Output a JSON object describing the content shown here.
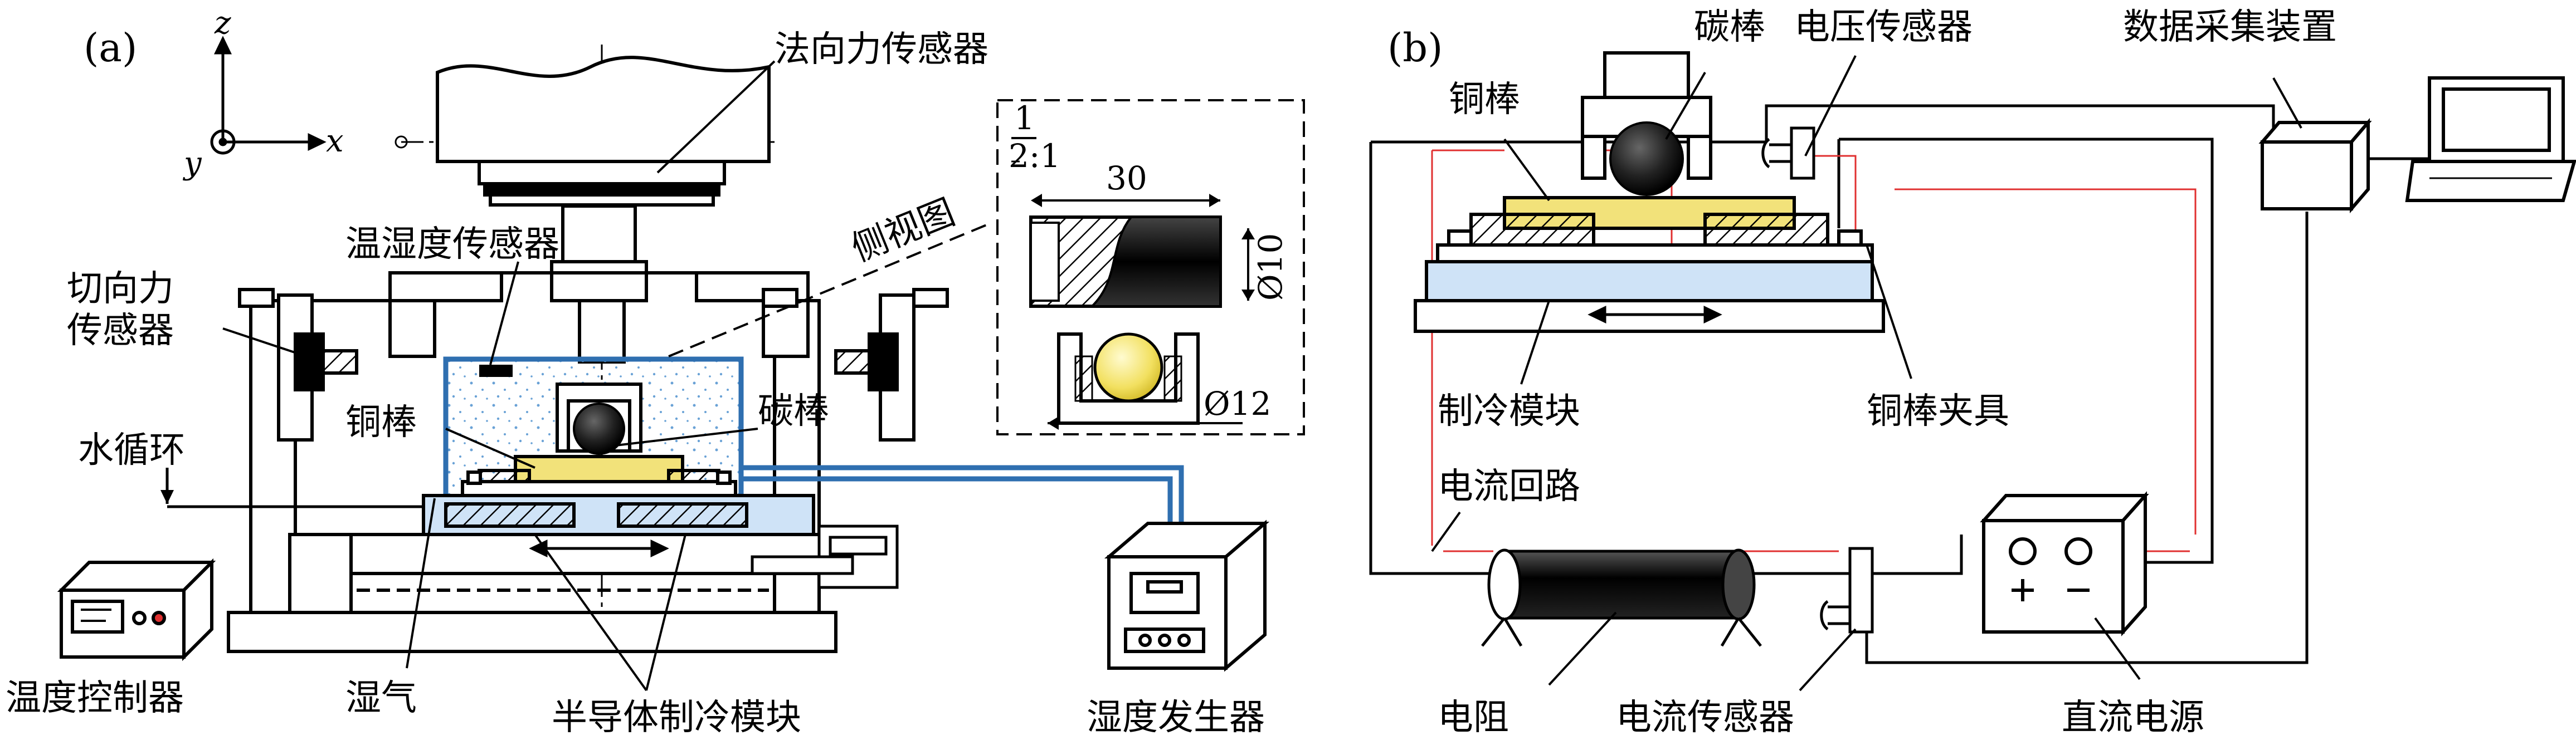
{
  "panel_a": {
    "tag": "(a)",
    "axes": {
      "z": "z",
      "x": "x",
      "y": "y"
    },
    "labels": {
      "normal_force_sensor": "法向力传感器",
      "temp_humidity_sensor": "温湿度传感器",
      "tangential_sensor_line1": "切向力",
      "tangential_sensor_line2": "传感器",
      "side_view": "侧视图",
      "copper_rod": "铜棒",
      "carbon_rod": "碳棒",
      "water_circulation": "水循环",
      "temperature_controller": "温度控制器",
      "moisture": "湿气",
      "semiconductor_cooling_module": "半导体制冷模块",
      "humidity_generator": "湿度发生器"
    },
    "inset": {
      "scale_numerator": "1",
      "scale_ratio": "2:1",
      "width_dim": "30",
      "height_dim": "Ø10",
      "ball_dim": "Ø12"
    }
  },
  "panel_b": {
    "tag": "(b)",
    "labels": {
      "carbon_rod": "碳棒",
      "voltage_sensor": "电压传感器",
      "data_acquisition": "数据采集装置",
      "copper_rod": "铜棒",
      "cooling_module": "制冷模块",
      "copper_rod_fixture": "铜棒夹具",
      "current_loop": "电流回路",
      "resistor": "电阻",
      "current_sensor": "电流传感器",
      "dc_power": "直流电源"
    }
  },
  "colors": {
    "line": "#000000",
    "humidity_chamber": "#2f6fb0",
    "copper": "#f2e27a",
    "cooling_plate": "#cfe3f7",
    "carbon_ball": "#222222",
    "current_loop": "#e03030",
    "hatch": "#000000"
  }
}
